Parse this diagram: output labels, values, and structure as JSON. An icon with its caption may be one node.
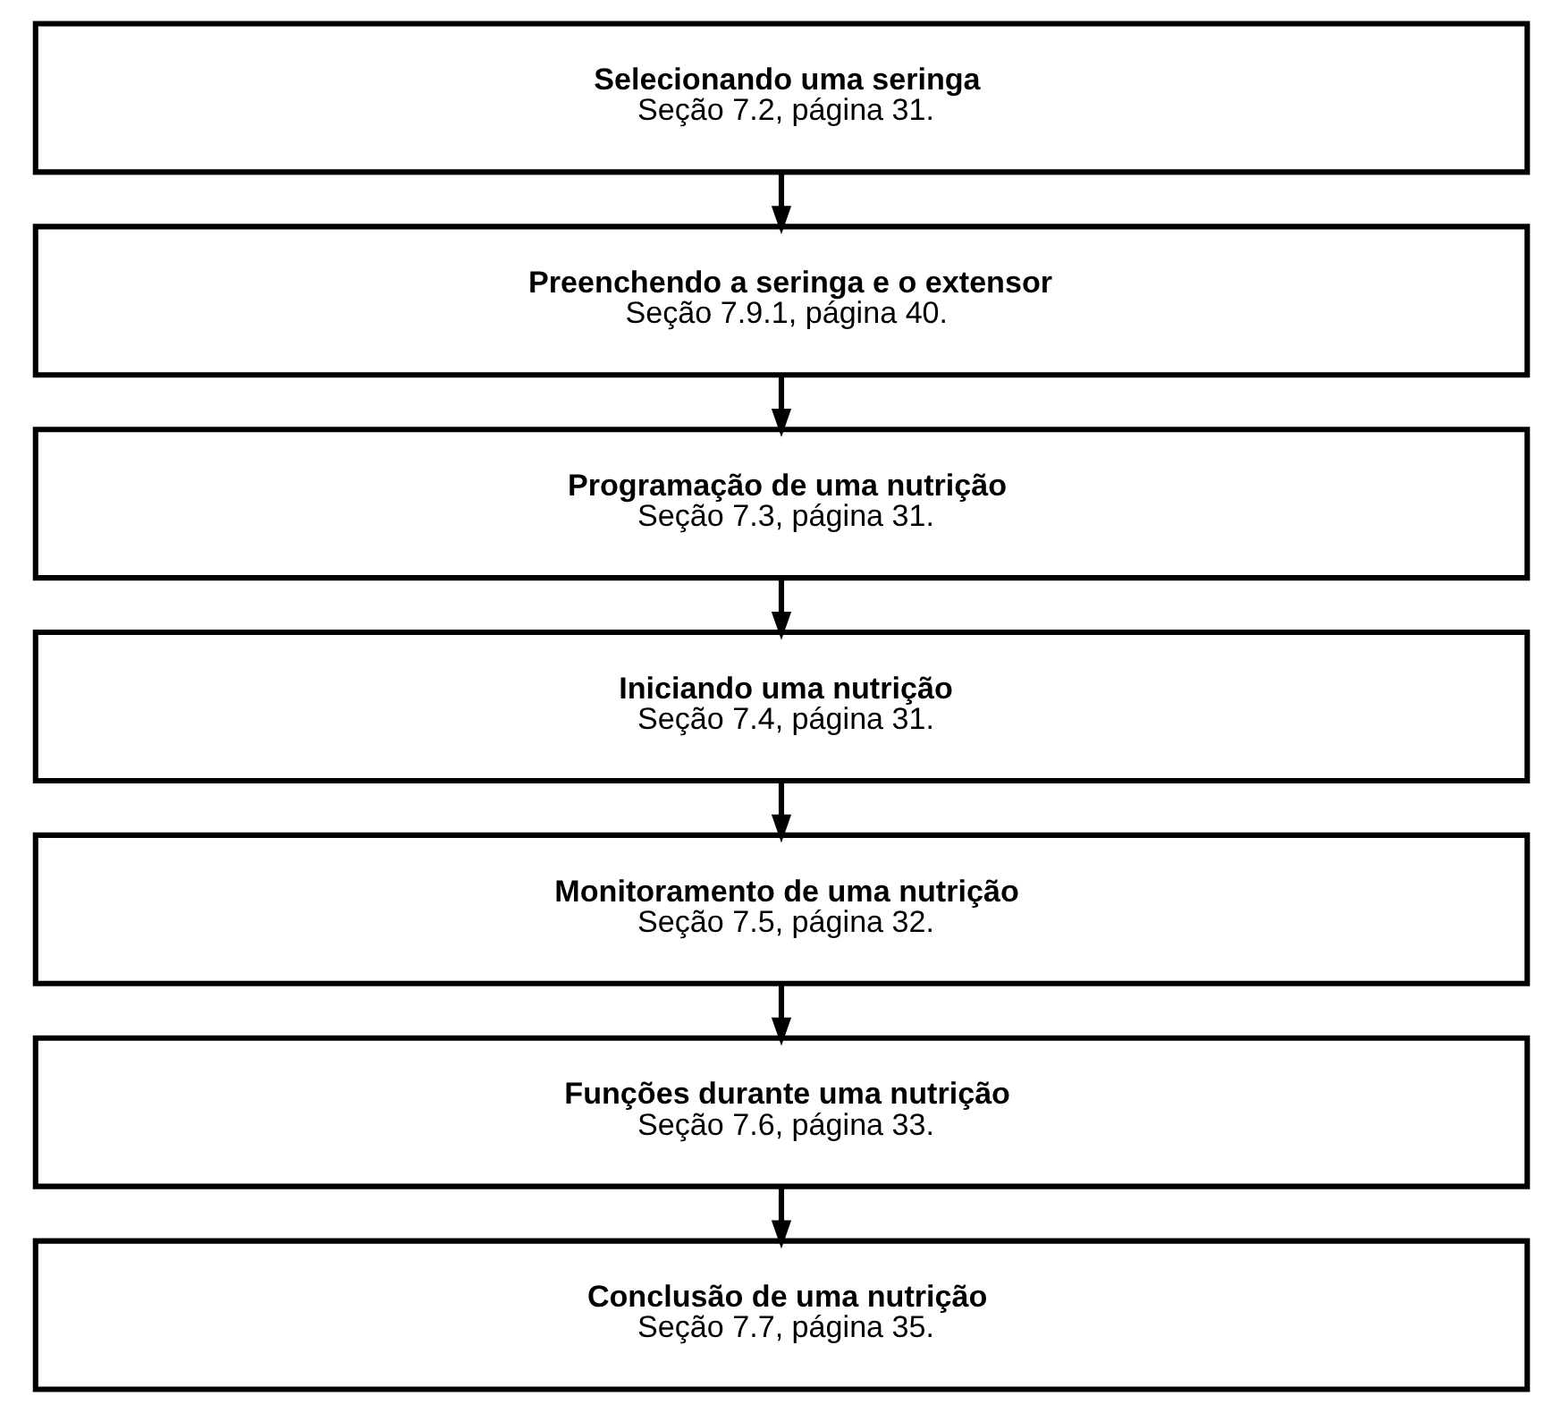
{
  "diagram": {
    "nodes": [
      {
        "text": [
          "Selecionando uma seringa",
          "Seção 7.2, página 31."
        ]
      },
      {
        "text": [
          "Preenchendo a seringa e o extensor",
          "Seção 7.9.1, página 40."
        ]
      },
      {
        "text": [
          "Programação de uma nutrição",
          "Seção 7.3, página 31."
        ]
      },
      {
        "text": [
          "Iniciando uma nutrição",
          "Seção 7.4, página 31."
        ]
      },
      {
        "text": [
          "Monitoramento de uma nutrição",
          "Seção 7.5, página 32."
        ]
      },
      {
        "text": [
          "Funções durante uma nutrição",
          "Seção 7.6, página 33."
        ]
      },
      {
        "text": [
          "Conclusão de uma nutrição",
          "Seção 7.7, página 35."
        ]
      }
    ],
    "edges": [
      {
        "from": 0,
        "to": 1,
        "arrow": "to"
      },
      {
        "from": 1,
        "to": 2,
        "arrow": "to"
      },
      {
        "from": 2,
        "to": 3,
        "arrow": "to"
      },
      {
        "from": 3,
        "to": 4,
        "arrow": "to"
      },
      {
        "from": 4,
        "to": 5,
        "arrow": "to"
      },
      {
        "from": 5,
        "to": 6,
        "arrow": "to"
      }
    ]
  }
}
